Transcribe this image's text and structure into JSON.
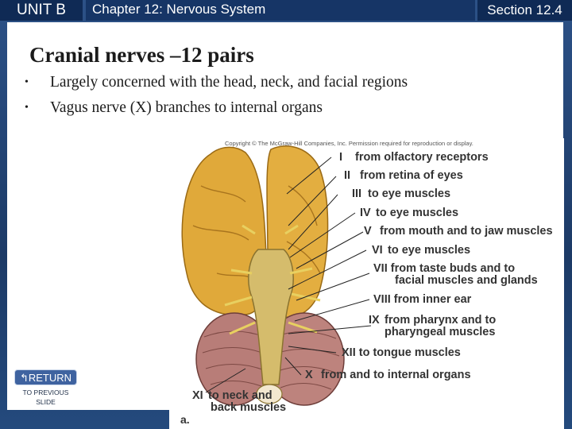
{
  "header": {
    "unit": "UNIT B",
    "chapter": "Chapter 12: Nervous System",
    "section": "Section 12.4"
  },
  "slide": {
    "title": "Cranial nerves –12 pairs",
    "bullets": [
      "Largely concerned with the head, neck, and facial regions",
      "Vagus nerve (X) branches to internal organs"
    ]
  },
  "figure": {
    "copyright": "Copyright © The McGraw-Hill Companies, Inc. Permission required for reproduction or display.",
    "panel_letter": "a.",
    "labels": [
      {
        "num": "I",
        "text": "from olfactory receptors"
      },
      {
        "num": "II",
        "text": "from retina of eyes"
      },
      {
        "num": "III",
        "text": "to eye muscles"
      },
      {
        "num": "IV",
        "text": "to eye muscles"
      },
      {
        "num": "V",
        "text": "from mouth and to jaw muscles"
      },
      {
        "num": "VI",
        "text": "to eye muscles"
      },
      {
        "num": "VII",
        "text": "from taste buds and to",
        "text2": "facial muscles and glands"
      },
      {
        "num": "VIII",
        "text": "from inner ear"
      },
      {
        "num": "IX",
        "text": "from pharynx and to",
        "text2": "pharyngeal muscles"
      },
      {
        "num": "XII",
        "text": "to tongue muscles"
      },
      {
        "num": "X",
        "text": "from and to internal organs"
      },
      {
        "num": "XI",
        "text": "to neck and",
        "text2": "back muscles"
      }
    ]
  },
  "nav": {
    "return_label": "↰RETURN",
    "return_sub": "TO PREVIOUS SLIDE"
  }
}
